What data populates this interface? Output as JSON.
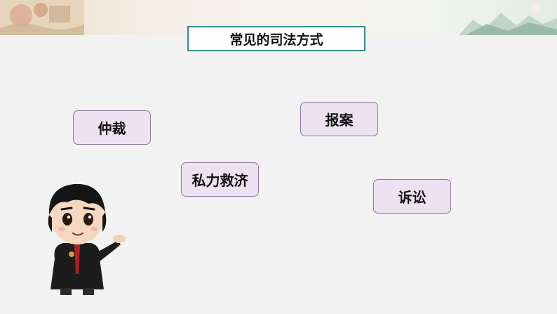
{
  "title": "常见的司法方式",
  "tags": [
    {
      "label": "仲裁"
    },
    {
      "label": "报案"
    },
    {
      "label": "私力救济"
    },
    {
      "label": "诉讼"
    }
  ],
  "colors": {
    "background": "#f2f2f2",
    "title_border": "#3a8a8e",
    "tag_fill": "#ece2f2",
    "tag_border": "#8c7a98"
  },
  "icons": {
    "banner_left": "decorative-painting-art",
    "banner_right": "landscape-mountains-art",
    "character": "cartoon-judge-character"
  }
}
